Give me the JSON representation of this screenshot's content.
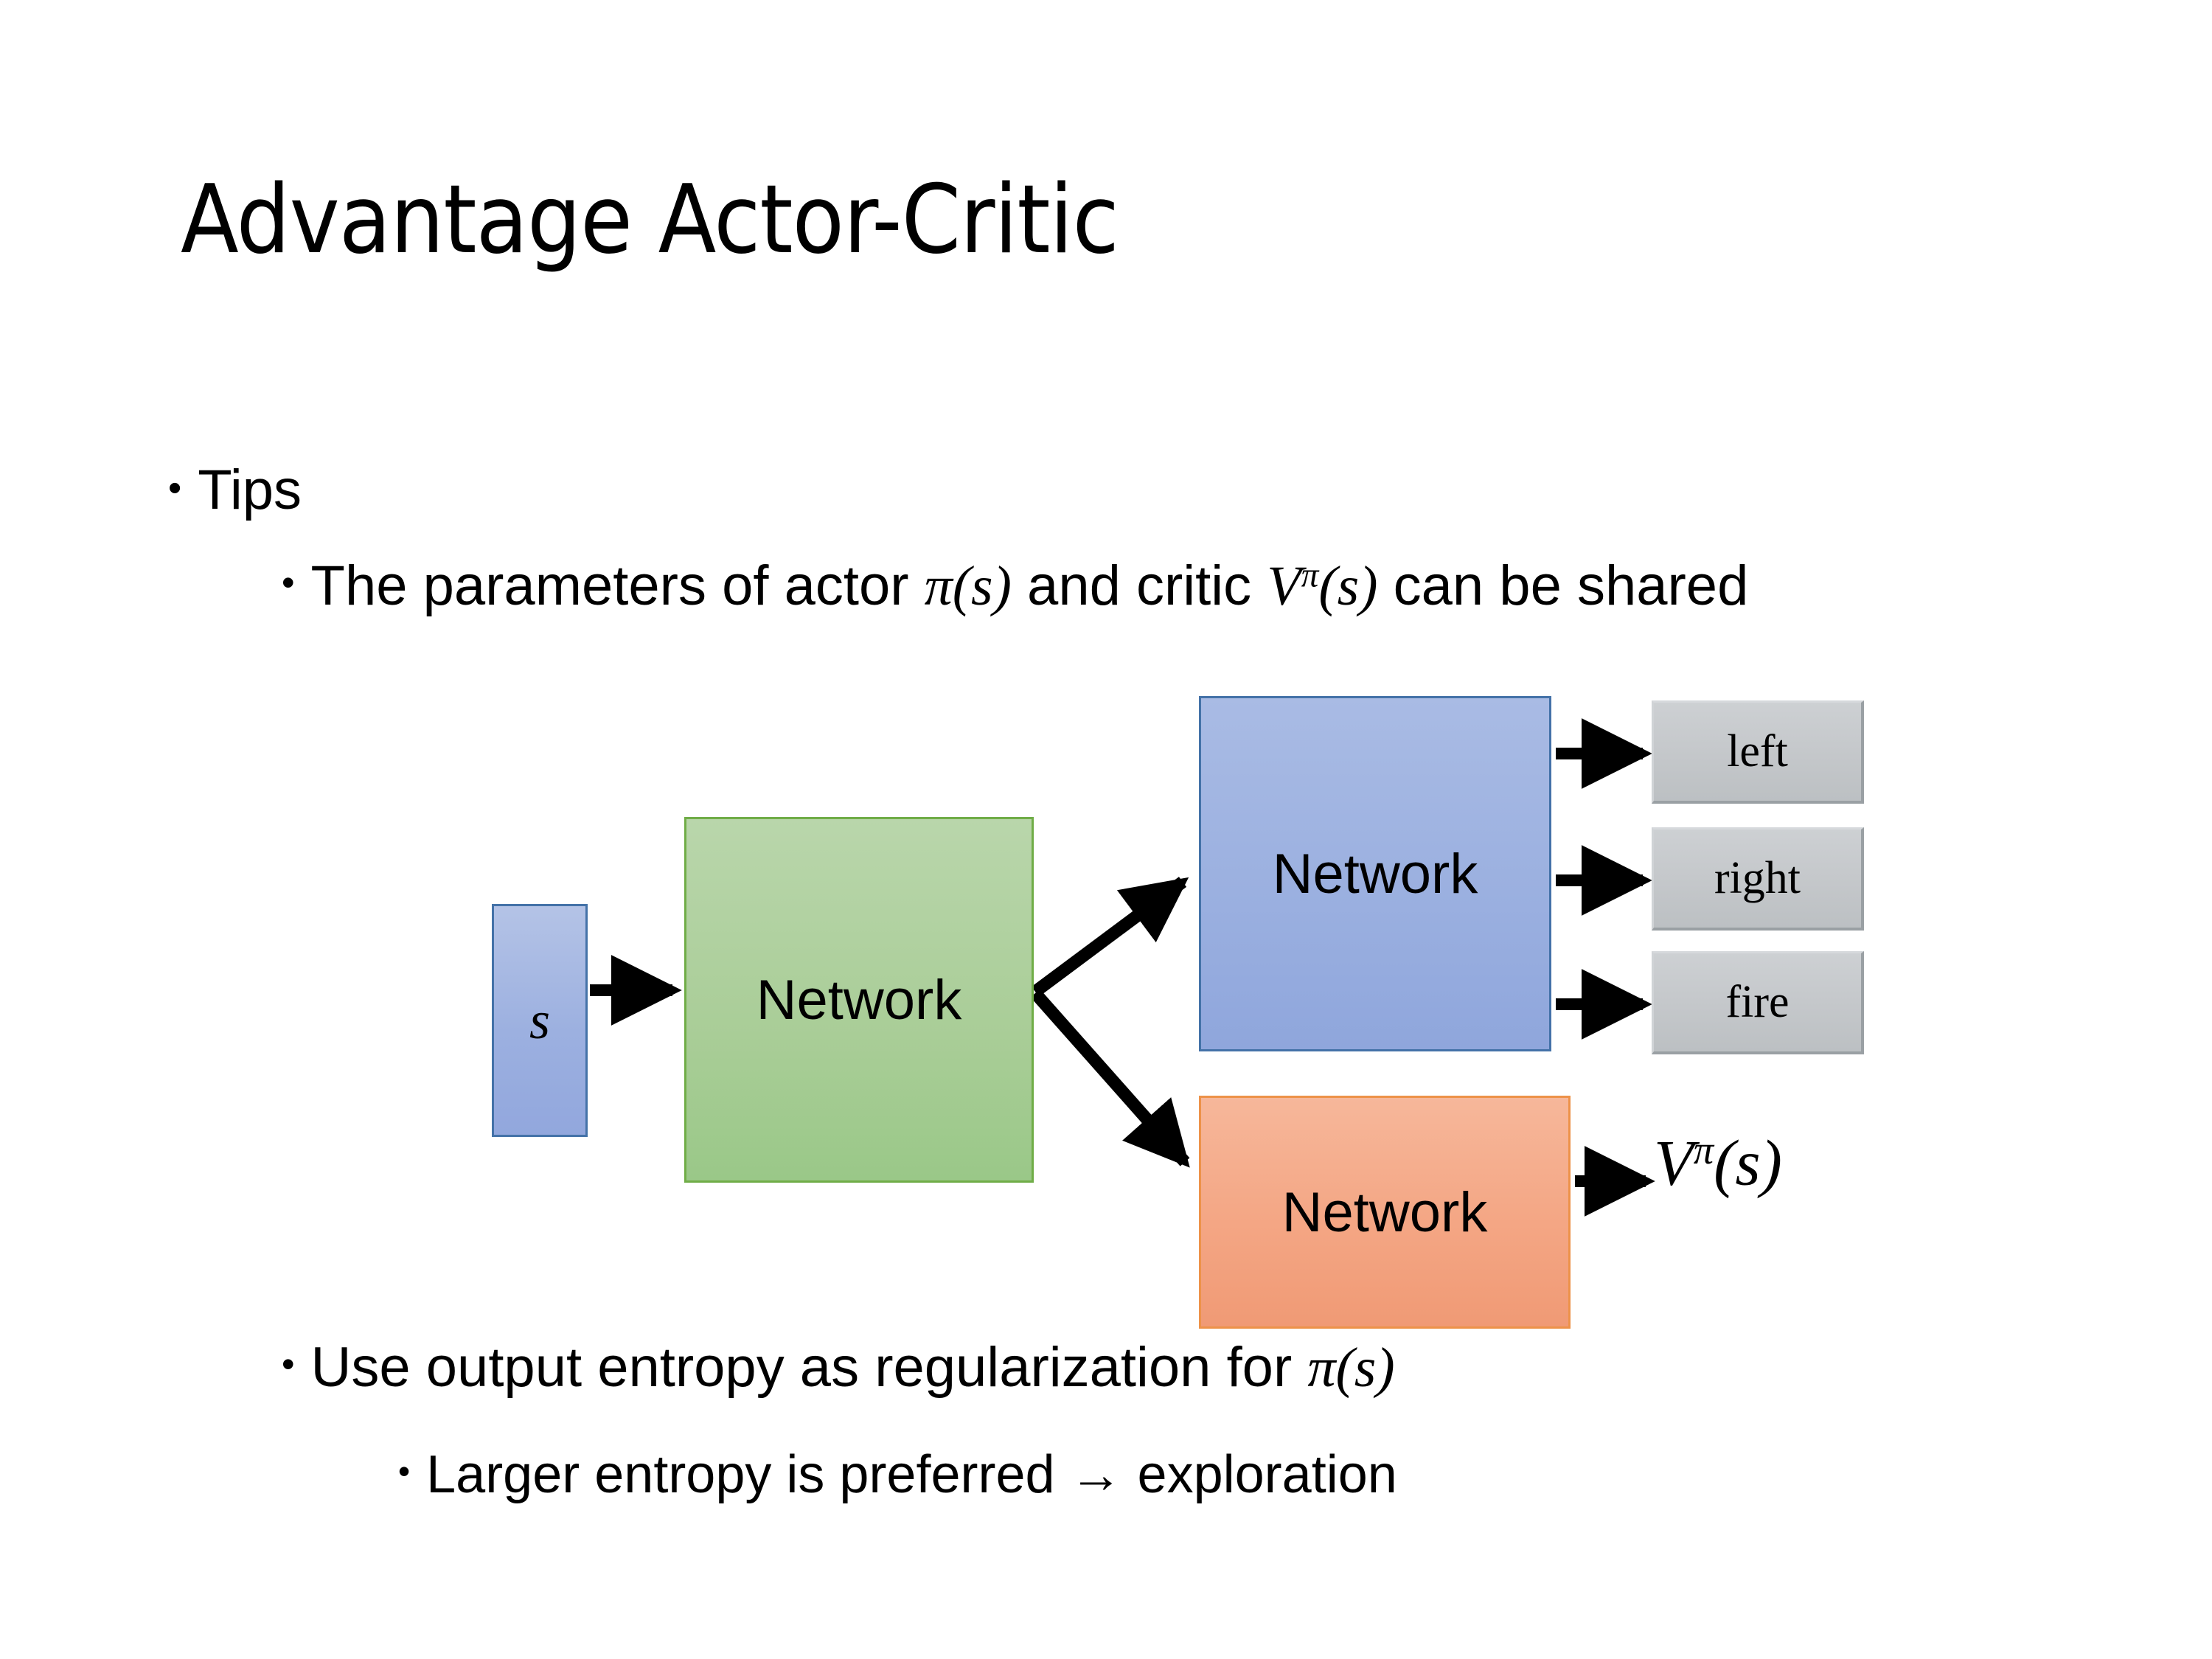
{
  "slide": {
    "title": "Advantage Actor-Critic",
    "background_color": "#ffffff"
  },
  "bullets": {
    "tips": {
      "marker": "•",
      "text": "Tips"
    },
    "shared_params": {
      "marker": "•",
      "text_part1": "The parameters of actor ",
      "math_pi": "π(s)",
      "text_part2": "  and critic ",
      "math_v_base": "V",
      "math_v_sup": "π",
      "math_v_arg": "(s)",
      "text_part3": "can be shared",
      "full_text": "The parameters of actor π(s)  and critic Vπ(s) can be shared"
    },
    "entropy": {
      "marker": "•",
      "text_part1": "Use output entropy as regularization for ",
      "math_pi": "π(s)",
      "full_text": "Use output entropy as regularization for π(s)"
    },
    "exploration": {
      "marker": "•",
      "text": "Larger entropy is preferred → exploration"
    }
  },
  "diagram": {
    "state_box": {
      "label": "s",
      "fill": "#9cb0e0",
      "border": "#4472a8"
    },
    "shared_network": {
      "label": "Network",
      "fill": "#a9cd97",
      "border": "#70ad47"
    },
    "actor_network": {
      "label": "Network",
      "fill": "#9bb0e0",
      "border": "#4472a8"
    },
    "critic_network": {
      "label": "Network",
      "fill": "#f4a684",
      "border": "#ed9249"
    },
    "action_outputs": [
      {
        "label": "left",
        "fill": "#c4c7ca",
        "border": "#9aa0a4"
      },
      {
        "label": "right",
        "fill": "#c4c7ca",
        "border": "#9aa0a4"
      },
      {
        "label": "fire",
        "fill": "#c4c7ca",
        "border": "#9aa0a4"
      }
    ],
    "critic_output": {
      "base": "V",
      "superscript": "π",
      "argument": "(s)"
    },
    "arrow_color": "#000000"
  }
}
